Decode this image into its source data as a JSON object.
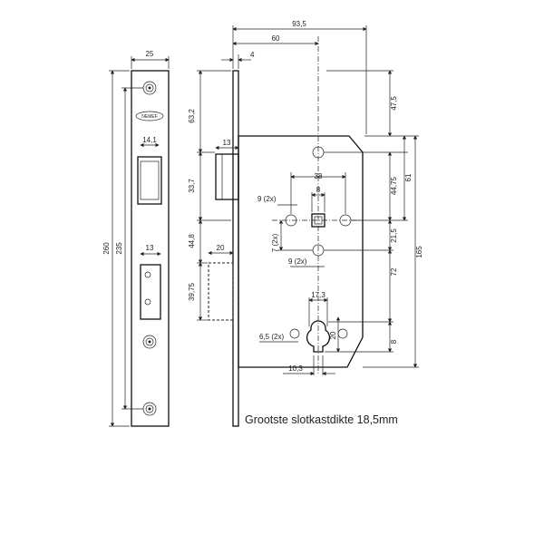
{
  "caption": "Grootste slotkastdikte 18,5mm",
  "brand": "NEMEF",
  "front_plate": {
    "width": "25",
    "latch_width": "14,1",
    "bolt_width": "13",
    "total_height": "260",
    "screw_span": "235"
  },
  "lock_case": {
    "width_overall": "93,5",
    "backset": "60",
    "plate_thickness": "4",
    "top_to_follower": "63,2",
    "latch_to_bolt_offset": "33,7",
    "bolt_offset": "44,8",
    "bolt_projection": "39,75",
    "latch_height": "13",
    "bolt_length": "20",
    "top_margin": "47,5",
    "spindle_spacing": "38",
    "spindle_square": "8",
    "hole_9_top": "9 (2x)",
    "hole_7": "7 (2x)",
    "hole_9_bottom": "9 (2x)",
    "dim_44_75": "44,75",
    "dim_61": "61",
    "dim_21_5": "21,5",
    "dim_165": "165",
    "center_distance": "72",
    "cylinder_width": "17,3",
    "cylinder_height": "20",
    "hole_6_5": "6,5 (2x)",
    "cylinder_bottom": "8",
    "cylinder_base": "10,3"
  }
}
